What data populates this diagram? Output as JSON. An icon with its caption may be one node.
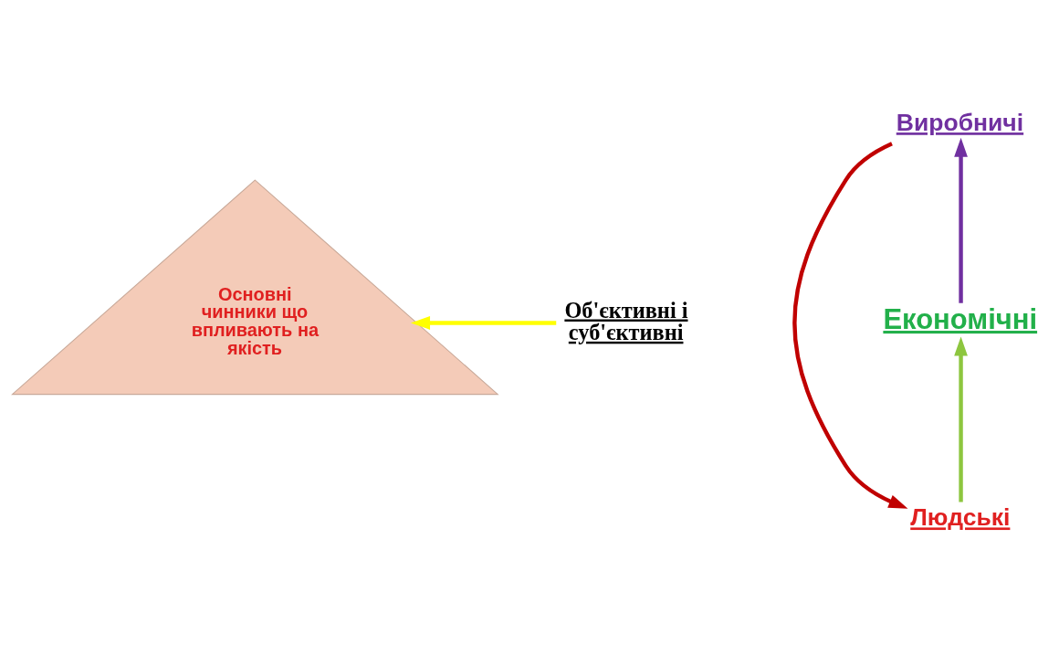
{
  "diagram": {
    "nodes": [
      {
        "text": [
          "Основні чинники що впливають на якість"
        ]
      },
      {
        "text": [
          "Виробничі"
        ]
      },
      {
        "text": [
          "Об'єктивні і суб'єктивні"
        ]
      },
      {
        "text": [
          "Людські"
        ]
      },
      {
        "text": [
          "Економічні"
        ]
      }
    ],
    "edges": [
      {
        "from": 4,
        "to": 1,
        "arrow": "to",
        "color": "#7030a0"
      },
      {
        "from": 1,
        "to": 3,
        "arrow": "to",
        "color": "#c00000"
      },
      {
        "from": 3,
        "to": 4,
        "arrow": "to",
        "color": "#8dc63f"
      },
      {
        "from": 2,
        "to": 0,
        "arrow": "to",
        "color": "#ffff00"
      }
    ]
  }
}
